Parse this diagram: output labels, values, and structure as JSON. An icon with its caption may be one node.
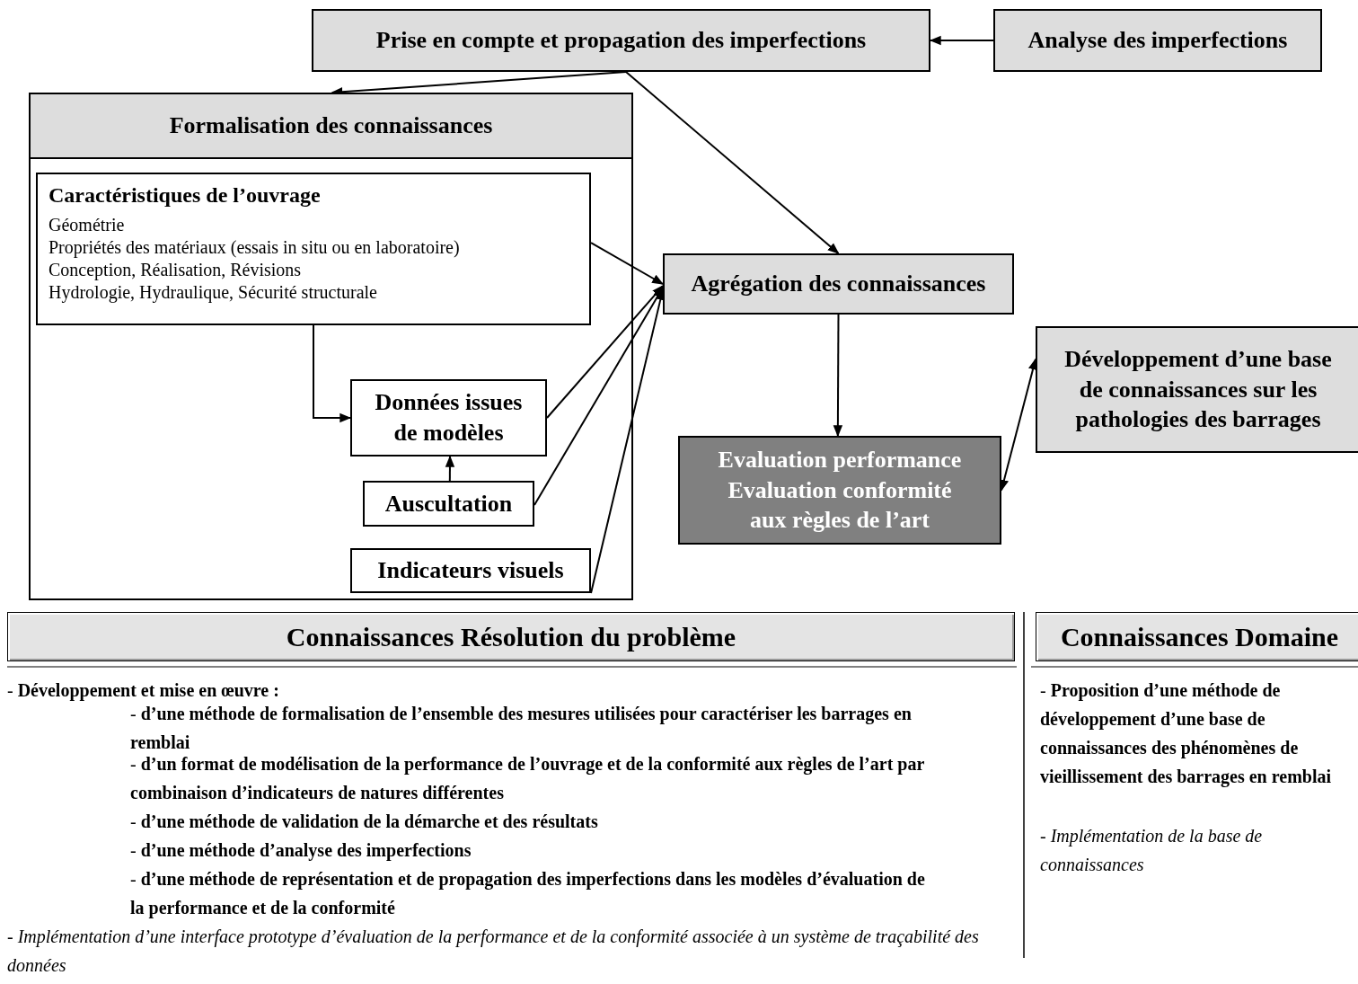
{
  "diagram": {
    "nodes": [
      {
        "text": [
          "Prise en compte et propagation des imperfections"
        ]
      },
      {
        "text": [
          "Analyse des imperfections"
        ]
      },
      {
        "text": [],
        "shape": "box"
      },
      {
        "text": [
          "Formalisation des connaissances"
        ],
        "in": 2
      },
      {
        "text": [
          "Caractéristiques de l’ouvrage",
          "Géométrie",
          "Propriétés des matériaux (essais in situ ou en laboratoire)",
          "Conception, Réalisation, Révisions",
          "Hydrologie, Hydraulique, Sécurité structurale"
        ],
        "in": 2
      },
      {
        "text": [
          "Données issues de modèles"
        ],
        "in": 2
      },
      {
        "text": [
          "Auscultation"
        ],
        "in": 2
      },
      {
        "text": [
          "Indicateurs visuels"
        ],
        "in": 2
      },
      {
        "text": [
          "Agrégation des connaissances"
        ]
      },
      {
        "text": [
          "Evaluation performance",
          "Evaluation conformité aux règles de l’art"
        ]
      },
      {
        "text": [
          "Développement d’une base de connaissances sur les pathologies des barrages"
        ]
      },
      {
        "text": [
          "Connaissances Résolution du problème"
        ]
      },
      {
        "text": [
          "Connaissances Domaine"
        ]
      }
    ],
    "edges": [
      {
        "from": 1,
        "to": 0,
        "arrow": "to"
      },
      {
        "from": 0,
        "to": 2,
        "arrow": "to"
      },
      {
        "from": 0,
        "to": 8,
        "arrow": "to"
      },
      {
        "from": 4,
        "to": 8,
        "arrow": "to"
      },
      {
        "from": 4,
        "to": 5,
        "arrow": "to"
      },
      {
        "from": 6,
        "to": 5,
        "arrow": "to"
      },
      {
        "from": 5,
        "to": 8,
        "arrow": "to"
      },
      {
        "from": 6,
        "to": 8,
        "arrow": "to"
      },
      {
        "from": 7,
        "to": 8,
        "arrow": "to"
      },
      {
        "from": 8,
        "to": 9,
        "arrow": "to"
      },
      {
        "from": 9,
        "to": 10,
        "arrow": "both"
      }
    ],
    "labels": [
      "- **Développement et mise en œuvre :**",
      "- **d’une méthode de formalisation de l’ensemble des mesures utilisées pour caractériser les barrages en remblai**",
      "- **d’un format de modélisation de la performance de l’ouvrage et de la conformité aux règles de l’art par combinaison d’indicateurs de natures différentes**",
      "- **d’une méthode de validation de la démarche et des résultats**",
      "- **d’une méthode d’analyse des imperfections**",
      "- **d’une méthode de représentation et de propagation des imperfections dans les modèles d’évaluation de la performance et de la conformité**",
      "- *Implémentation d’une interface prototype d’évaluation de la performance et de la conformité associée à un système de traçabilité des données*",
      "- **Proposition d’une méthode de développement d’une base de connaissances des phénomènes de vieillissement des barrages en remblai**",
      "- *Implémentation de la base de connaissances*"
    ]
  }
}
